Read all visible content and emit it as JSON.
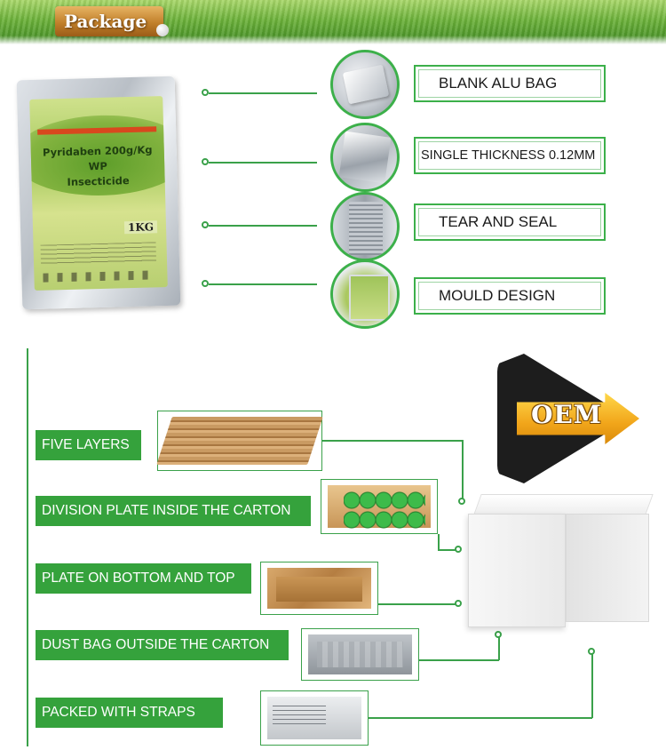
{
  "header": {
    "title": "Package"
  },
  "bag": {
    "product": "Pyridaben 200g/Kg WP",
    "type": "Insecticide",
    "weight": "1KG"
  },
  "upper_features": [
    {
      "label": "BLANK ALU BAG"
    },
    {
      "label": "SINGLE THICKNESS 0.12MM"
    },
    {
      "label": "TEAR AND SEAL"
    },
    {
      "label": "MOULD DESIGN"
    }
  ],
  "carton_features": [
    {
      "label": "FIVE LAYERS"
    },
    {
      "label": "DIVISION PLATE INSIDE THE CARTON"
    },
    {
      "label": "PLATE ON BOTTOM AND TOP"
    },
    {
      "label": "DUST BAG OUTSIDE THE CARTON"
    },
    {
      "label": "PACKED WITH STRAPS"
    }
  ],
  "oem": {
    "text": "OEM"
  },
  "colors": {
    "accent_green": "#35a23c",
    "banner_gold": "#c1802b",
    "oem_gold": "#f1a51a"
  }
}
